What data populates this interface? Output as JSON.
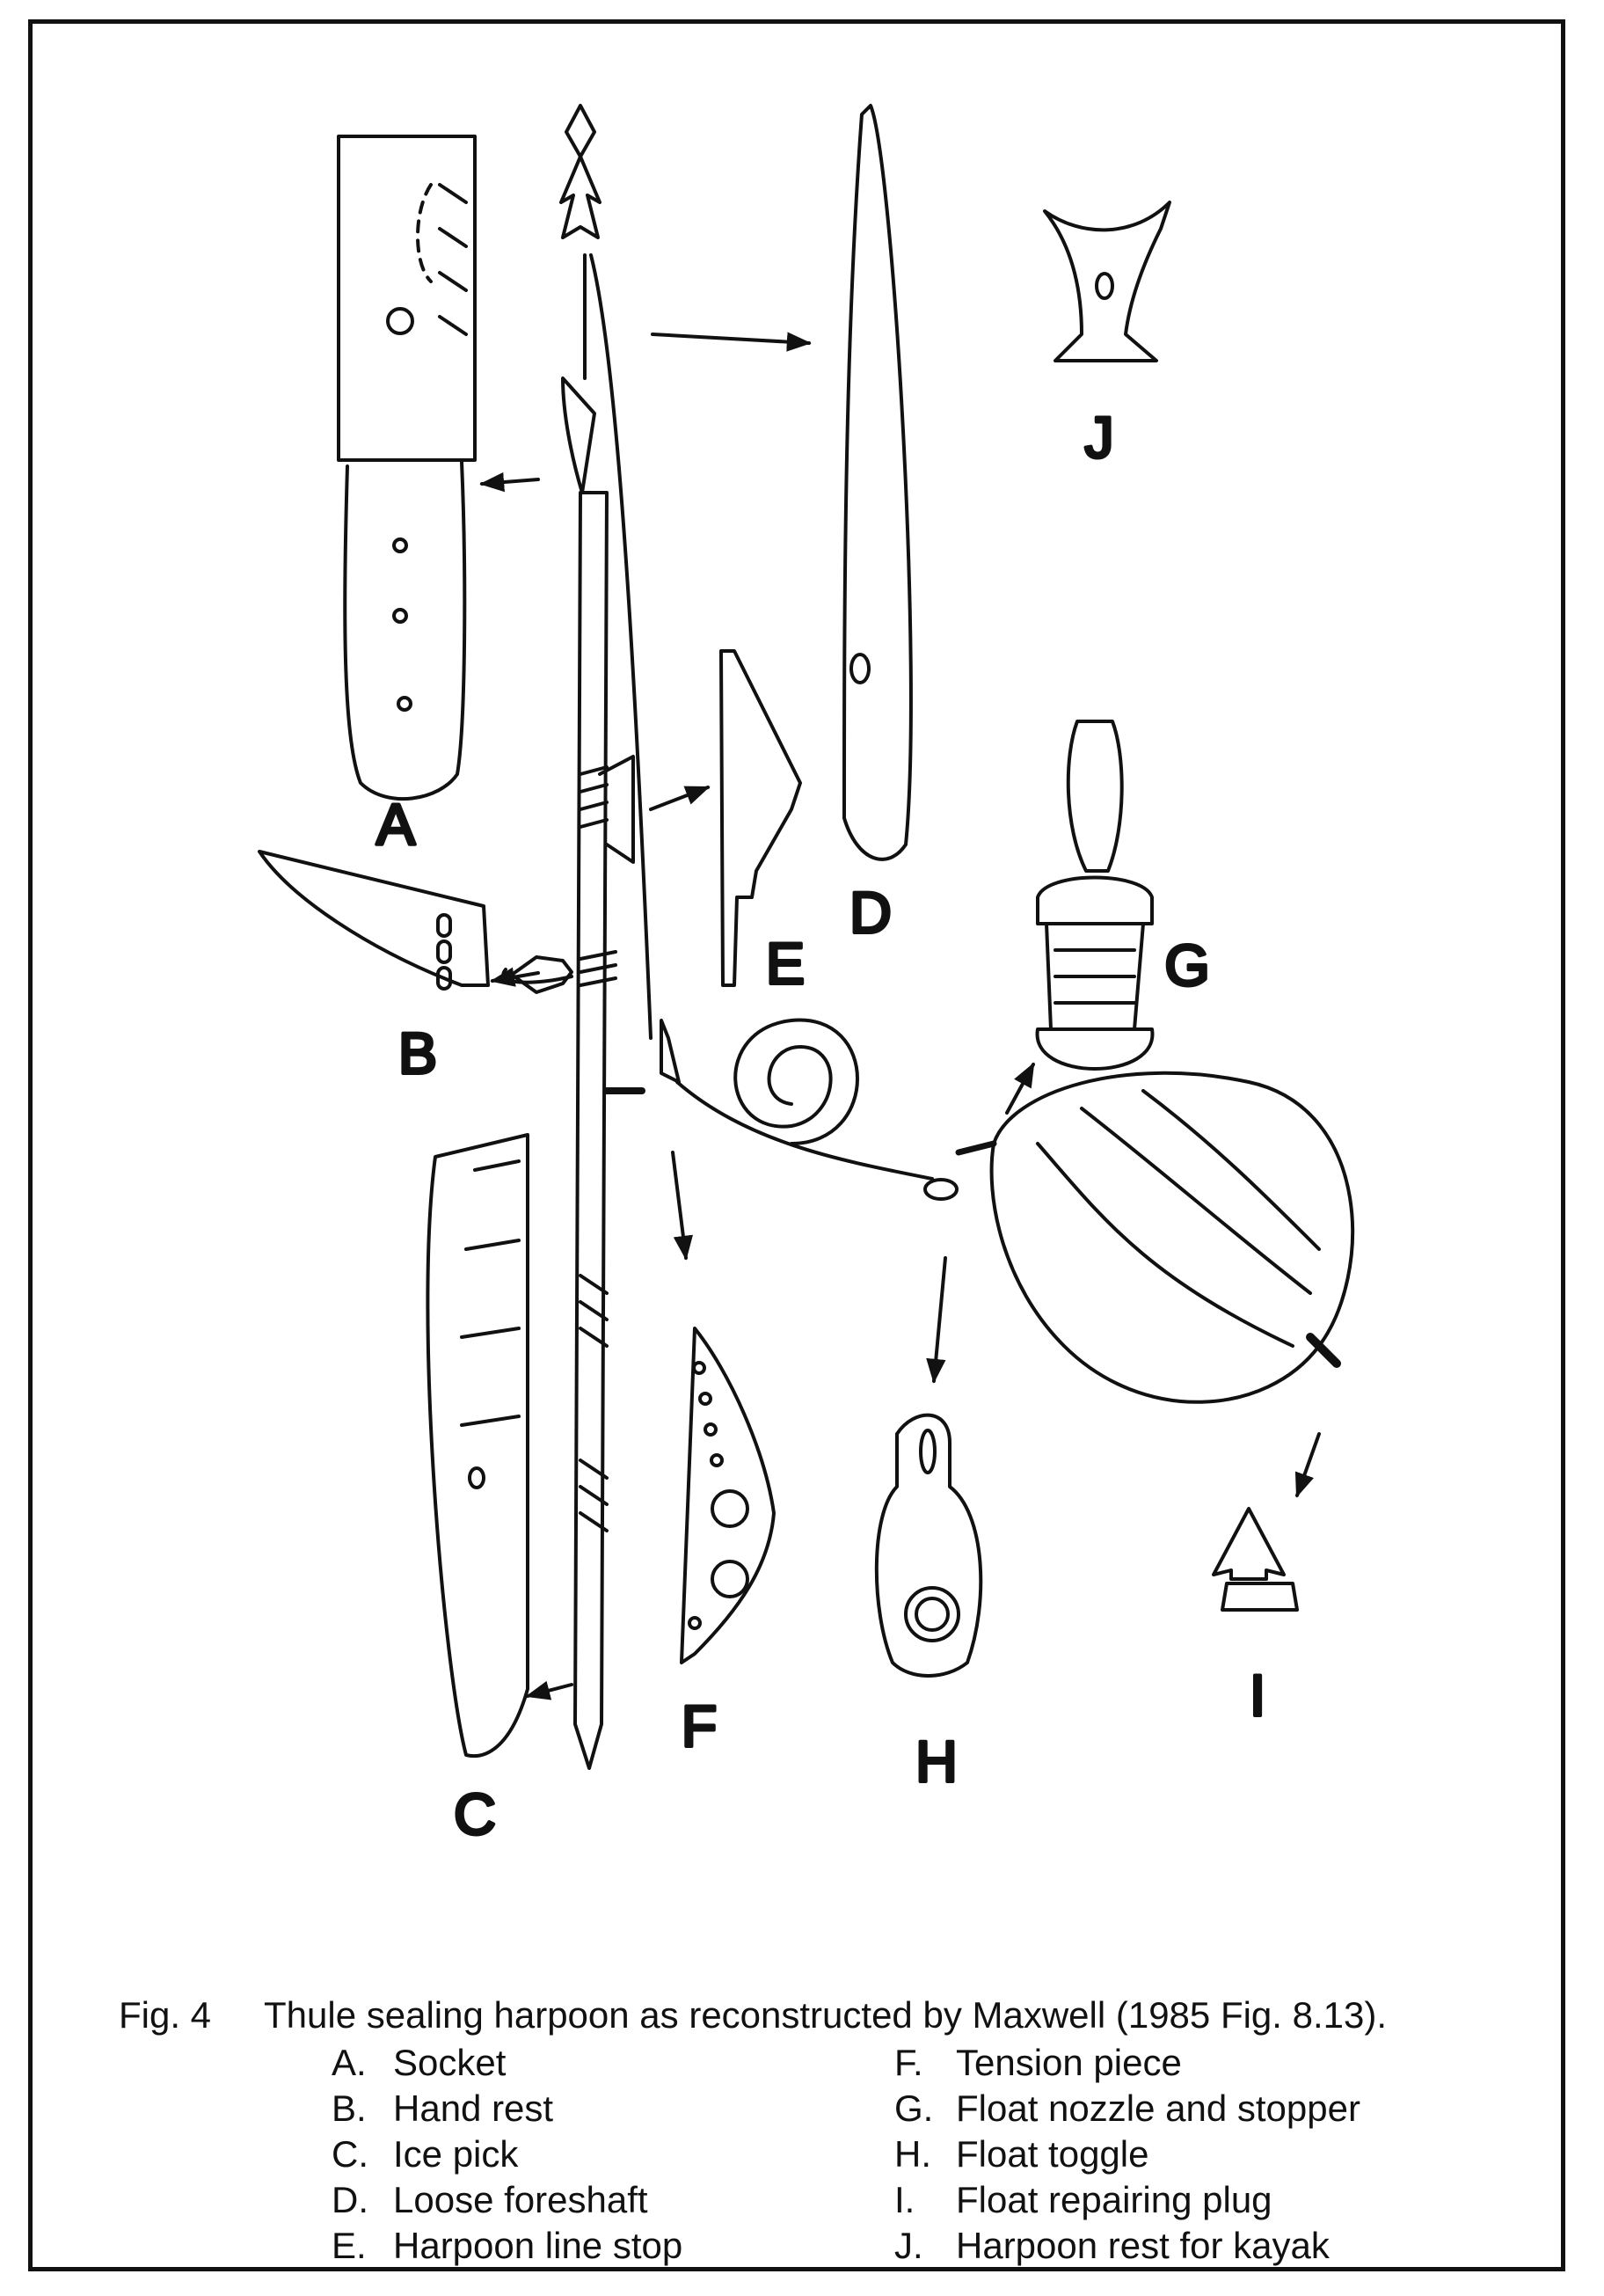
{
  "figure": {
    "labels": {
      "A": "A",
      "B": "B",
      "C": "C",
      "D": "D",
      "E": "E",
      "F": "F",
      "G": "G",
      "H": "H",
      "I": "I",
      "J": "J"
    }
  },
  "caption": {
    "number": "Fig. 4",
    "title": "Thule sealing harpoon as reconstructed by Maxwell (1985 Fig. 8.13).",
    "key_left": [
      {
        "letter": "A.",
        "name": "Socket"
      },
      {
        "letter": "B.",
        "name": "Hand rest"
      },
      {
        "letter": "C.",
        "name": "Ice pick"
      },
      {
        "letter": "D.",
        "name": "Loose foreshaft"
      },
      {
        "letter": "E.",
        "name": "Harpoon line stop"
      }
    ],
    "key_right": [
      {
        "letter": "F.",
        "name": "Tension piece"
      },
      {
        "letter": "G.",
        "name": "Float nozzle and stopper"
      },
      {
        "letter": "H.",
        "name": "Float toggle"
      },
      {
        "letter": "I.",
        "name": "Float repairing plug"
      },
      {
        "letter": "J.",
        "name": "Harpoon rest for kayak"
      }
    ]
  }
}
